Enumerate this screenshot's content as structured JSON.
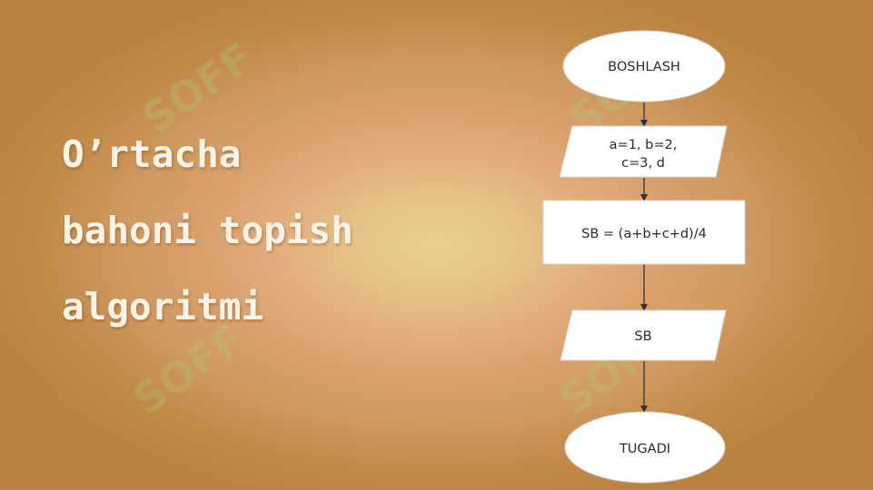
{
  "slide": {
    "title_lines": [
      "O’rtacha",
      "bahoni topish",
      "algoritmi"
    ]
  },
  "watermark": {
    "text": "SOFF"
  },
  "flowchart": {
    "nodes": [
      {
        "id": "start",
        "shape": "terminal",
        "lines": [
          "BOSHLASH"
        ]
      },
      {
        "id": "input",
        "shape": "parallelogram",
        "lines": [
          "a=1, b=2,",
          "c=3, d"
        ]
      },
      {
        "id": "process",
        "shape": "rectangle",
        "lines": [
          "SB = (a+b+c+d)/4"
        ]
      },
      {
        "id": "output",
        "shape": "parallelogram",
        "lines": [
          "SB"
        ]
      },
      {
        "id": "end",
        "shape": "terminal",
        "lines": [
          "TUGADI"
        ]
      }
    ],
    "edges": [
      {
        "from": "start",
        "to": "input"
      },
      {
        "from": "input",
        "to": "process"
      },
      {
        "from": "process",
        "to": "output"
      },
      {
        "from": "output",
        "to": "end"
      }
    ]
  }
}
